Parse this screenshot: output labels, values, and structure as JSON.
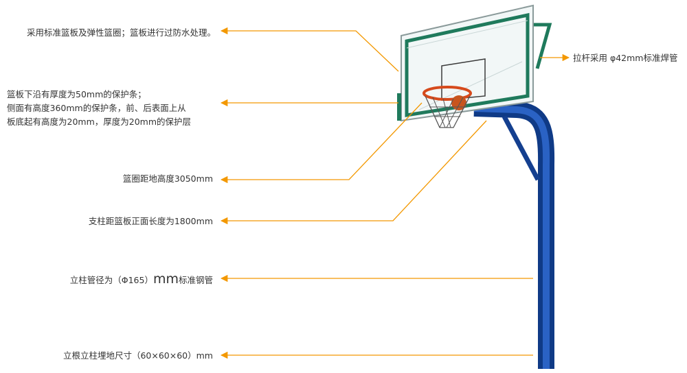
{
  "accent_color": "#f39800",
  "pole_color": "#1a4fa8",
  "labels": {
    "standard": "采用标准篮板及弹性篮圈；篮板进行过防水处理。",
    "protect": [
      "篮板下沿有厚度为50mm的保护条；",
      "侧面有高度360mm的保护条，前、后表面上从",
      "板底起有高度为20mm，厚度为20mm的保护层"
    ],
    "rim_height": "篮圈距地高度3050mm",
    "reach": "支柱距篮板正面长度为1800mm",
    "pole_a": "立柱管径为（Φ165）",
    "pole_b": "mm",
    "pole_c": "标准钢管",
    "embed": "立根立柱埋地尺寸（60×60×60）mm",
    "tie_rod": "拉杆采用 φ42mm标准焊管"
  }
}
